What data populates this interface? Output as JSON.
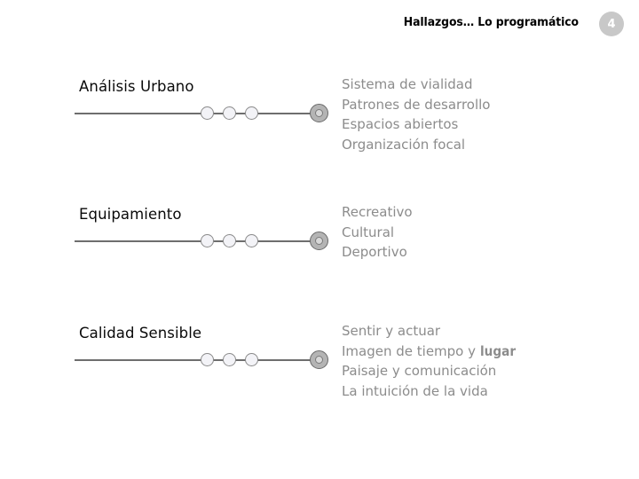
{
  "header": {
    "title": "Hallazgos… Lo programático",
    "slide_number": "4",
    "badge_color": "#c8c8c8",
    "title_color": "#000000"
  },
  "theme": {
    "background": "#ffffff",
    "heading_color": "#0a0a0a",
    "body_color": "#8c8c8c",
    "rule_color": "#6e6e6e",
    "node_fill": "#f3f3f7",
    "node_border": "#8a8a8a",
    "end_node_fill": "#b4b4b4"
  },
  "sections": [
    {
      "heading": "Análisis Urbano",
      "node_count": 3,
      "items": [
        "Sistema de vialidad",
        "Patrones de desarrollo",
        "Espacios abiertos",
        "Organización focal"
      ]
    },
    {
      "heading": "Equipamiento",
      "node_count": 3,
      "items": [
        "Recreativo",
        "Cultural",
        "Deportivo"
      ]
    },
    {
      "heading": "Calidad Sensible",
      "node_count": 3,
      "items": [
        "Sentir y actuar",
        "Imagen de tiempo y ",
        "Paisaje y comunicación",
        "La intuición de la vida"
      ],
      "emphasis": {
        "line_index": 1,
        "text": "lugar"
      }
    }
  ]
}
